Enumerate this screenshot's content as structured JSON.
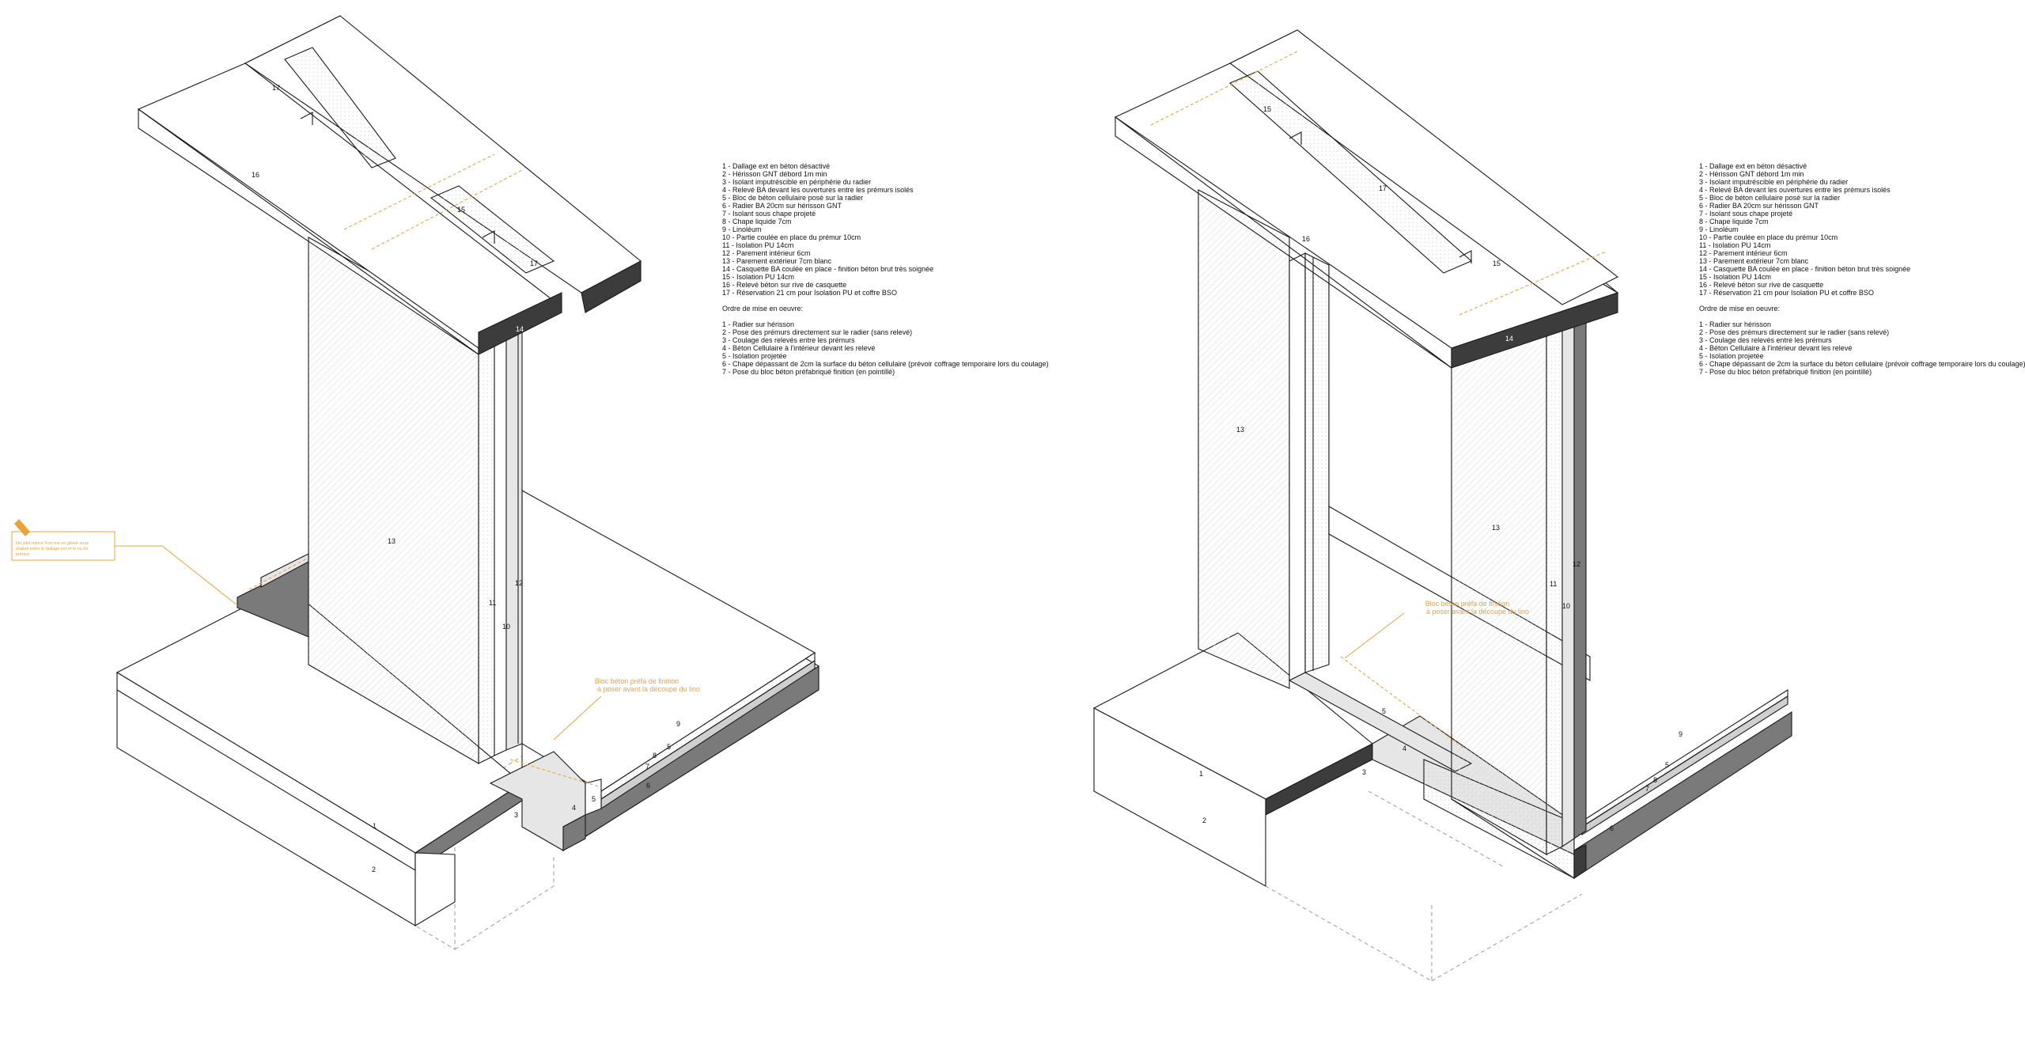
{
  "legend_items": [
    "1 - Dallage ext en béton désactivé",
    "2 - Hérisson GNT débord 1m min",
    "3 - Isolant imputréscible en périphérie du radier",
    "4 - Relevé BA devant les ouvertures entre les prémurs isolés",
    "5 - Bloc de béton cellulaire posé sur la radier",
    "6 - Radier BA 20cm sur hérisson GNT",
    "7 - Isolant sous chape projeté",
    "8 - Chape liquide 7cm",
    "9 - Linoléum",
    "10 - Partie coulée en place du prémur 10cm",
    "11 - Isolation PU 14cm",
    "12 - Parement intérieur 6cm",
    "13 - Parement extérieur 7cm blanc",
    "14 - Casquette BA coulée en place - finition béton brut très soignée",
    "15 - Isolation PU 14cm",
    "16 - Relevé béton sur rive de casquette",
    "17 - Réservation 21 cm pour Isolation PU et coffre BSO"
  ],
  "sequence_heading": "Ordre de mise en oeuvre:",
  "sequence_steps": [
    "1 - Radier sur hérisson",
    "2 - Pose des prémurs directement sur le radier (sans relevé)",
    "3 - Coulage des relevés entre les prémurs",
    "4 - Béton Cellulaire à l'intérieur devant les relevé",
    "5 - Isolation projetée",
    "6 - Chape dépassant de 2cm la surface du béton cellulaire (prévoir coffrage temporaire lors du coulage)",
    "7 - Pose du bloc béton préfabriqué finition (en pointillé)"
  ],
  "annotations": {
    "bloc_left_line1": "Bloc béton préfa de finition",
    "bloc_left_line2": "à poser avant la découpe du lino",
    "bloc_right_line1": "Bloc béton préfa de finition",
    "bloc_right_line2": "à poser avant la découpe du lino",
    "note_line1": "Un joint mince 2cm est en glissé sous",
    "note_line2": "réalisé entre le dallage ext et le nu du",
    "note_line3": "prémur"
  },
  "labels_left": {
    "l1": "1",
    "l2": "2",
    "l3": "3",
    "l4": "4",
    "l5": "5",
    "l6": "6",
    "l7": "7",
    "l8": "8",
    "l9": "9",
    "l10": "10",
    "l11": "11",
    "l12": "12",
    "l13": "13",
    "l14": "14",
    "l15": "15",
    "l16": "16",
    "l17a": "17",
    "l17b": "17"
  },
  "labels_right": {
    "r1": "1",
    "r2": "2",
    "r3": "3",
    "r4": "4",
    "r5": "5",
    "r6": "6",
    "r7": "7",
    "r8": "8",
    "r9": "9",
    "r10": "10",
    "r11": "11",
    "r12": "12",
    "r13a": "13",
    "r13b": "13",
    "r14": "14",
    "r15a": "15",
    "r15b": "15",
    "r16": "16",
    "r17": "17"
  },
  "colors": {
    "line": "#1a1a1a",
    "annotation": "#e8a33c",
    "cut_fill": "#7a7a7a",
    "cut_dark": "#3c3c3c",
    "light_fill": "#e6e6e6",
    "hatch": "#cfcfcf",
    "dashed": "#9a9a9a"
  }
}
